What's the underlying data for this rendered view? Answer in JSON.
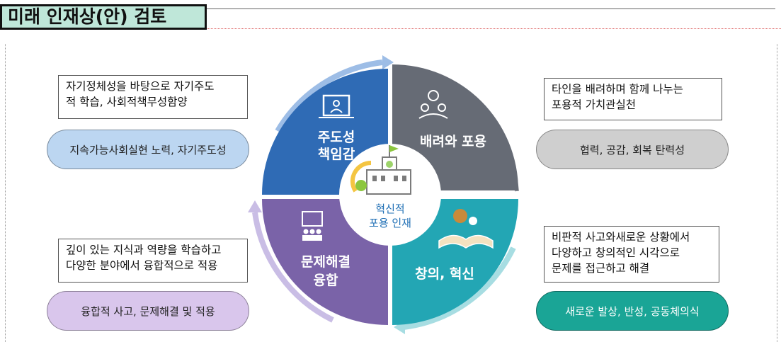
{
  "page_title": "미래 인재상(안) 검토",
  "center": {
    "line1": "혁신적",
    "line2": "포용 인재"
  },
  "quadrants": {
    "top_left": {
      "line1": "주도성",
      "line2": "책임감",
      "color": "#2f6bb5"
    },
    "top_right": {
      "line1": "배려와 포용",
      "color": "#666b75"
    },
    "bottom_left": {
      "line1": "문제해결",
      "line2": "융합",
      "color": "#7a63a8"
    },
    "bottom_right": {
      "line1": "창의, 혁신",
      "color": "#23a6b4"
    }
  },
  "descriptions": {
    "top_left": {
      "line1": "자기정체성을 바탕으로 자기주도",
      "line2": "적 학습, 사회적책무성함양"
    },
    "top_right": {
      "line1": "타인을 배려하며 함께 나누는",
      "line2": "포용적 가치관실천"
    },
    "bottom_left": {
      "line1": "깊이 있는 지식과 역량을 학습하고",
      "line2": "다양한 분야에서 융합적으로 적용"
    },
    "bottom_right": {
      "line1": "비판적 사고와새로운 상황에서",
      "line2": "다양하고 창의적인 시각으로",
      "line3": "문제를 접근하고 해결"
    }
  },
  "pills": {
    "top_left": {
      "label": "지속가능사회실현 노력, 자기주도성",
      "color": "#bcd6f1"
    },
    "top_right": {
      "label": "협력, 공감, 회복 탄력성",
      "color": "#cfcfcf"
    },
    "bottom_left": {
      "label": "융합적 사고, 문제해결 및 적용",
      "color": "#d9c6ec"
    },
    "bottom_right": {
      "label": "새로운 발상, 반성, 공동체의식",
      "color": "#1aa596"
    }
  }
}
